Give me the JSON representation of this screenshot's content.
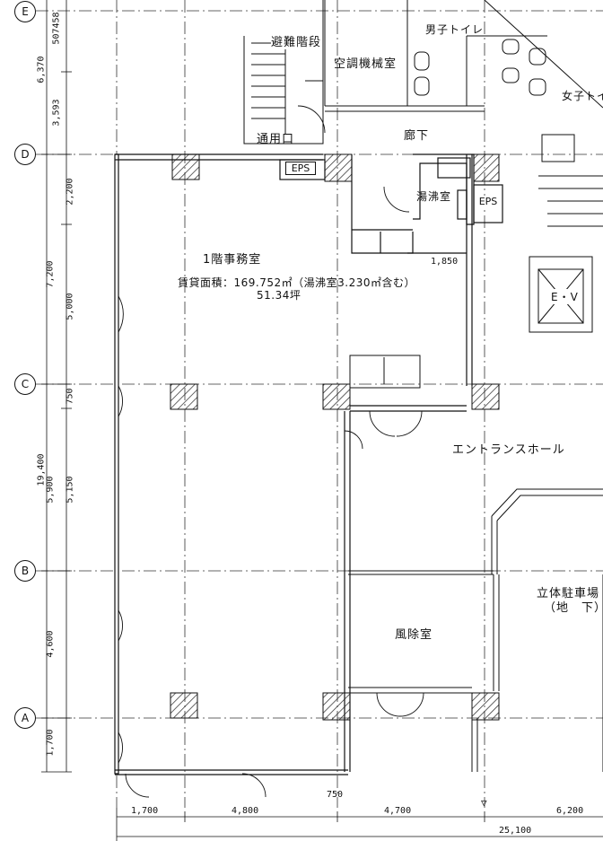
{
  "axes": [
    "E",
    "D",
    "C",
    "B",
    "A"
  ],
  "rooms": {
    "office": "1階事務室",
    "office_area": "賃貸面積：169.752㎡（湯沸室3.230㎡含む）",
    "office_tsubo": "51.34坪",
    "evac_stair": "避難階段",
    "aircon": "空調機械室",
    "mens_wc": "男子トイレ",
    "womens_wc": "女子トイ",
    "service_entry": "通用口",
    "corridor": "廊下",
    "kitchenette": "湯沸室",
    "eps1": "EPS",
    "eps2": "EPS",
    "ev": "E・V",
    "entrance_hall": "エントランスホール",
    "windbreak": "風除室",
    "parking": "立体駐車場",
    "parking_sub": "（地　下）"
  },
  "left_dims": {
    "total": "19,400",
    "e_d": "6,370",
    "e_d_sub1": "3,593",
    "e_top": "507458",
    "d1": "2,200",
    "d2": "7,200",
    "d3": "5,000",
    "c1": "750",
    "c2": "5,900",
    "c3": "5,150",
    "b1": "4,600",
    "a1": "1,700"
  },
  "bottom_dims": {
    "d1": "1,700",
    "d2": "4,800",
    "d3": "4,700",
    "d4": "6,200",
    "total": "25,100",
    "small": "750"
  },
  "misc_dims": {
    "kitchen_w": "1,850"
  },
  "symbols": {
    "triangle": "▽"
  }
}
